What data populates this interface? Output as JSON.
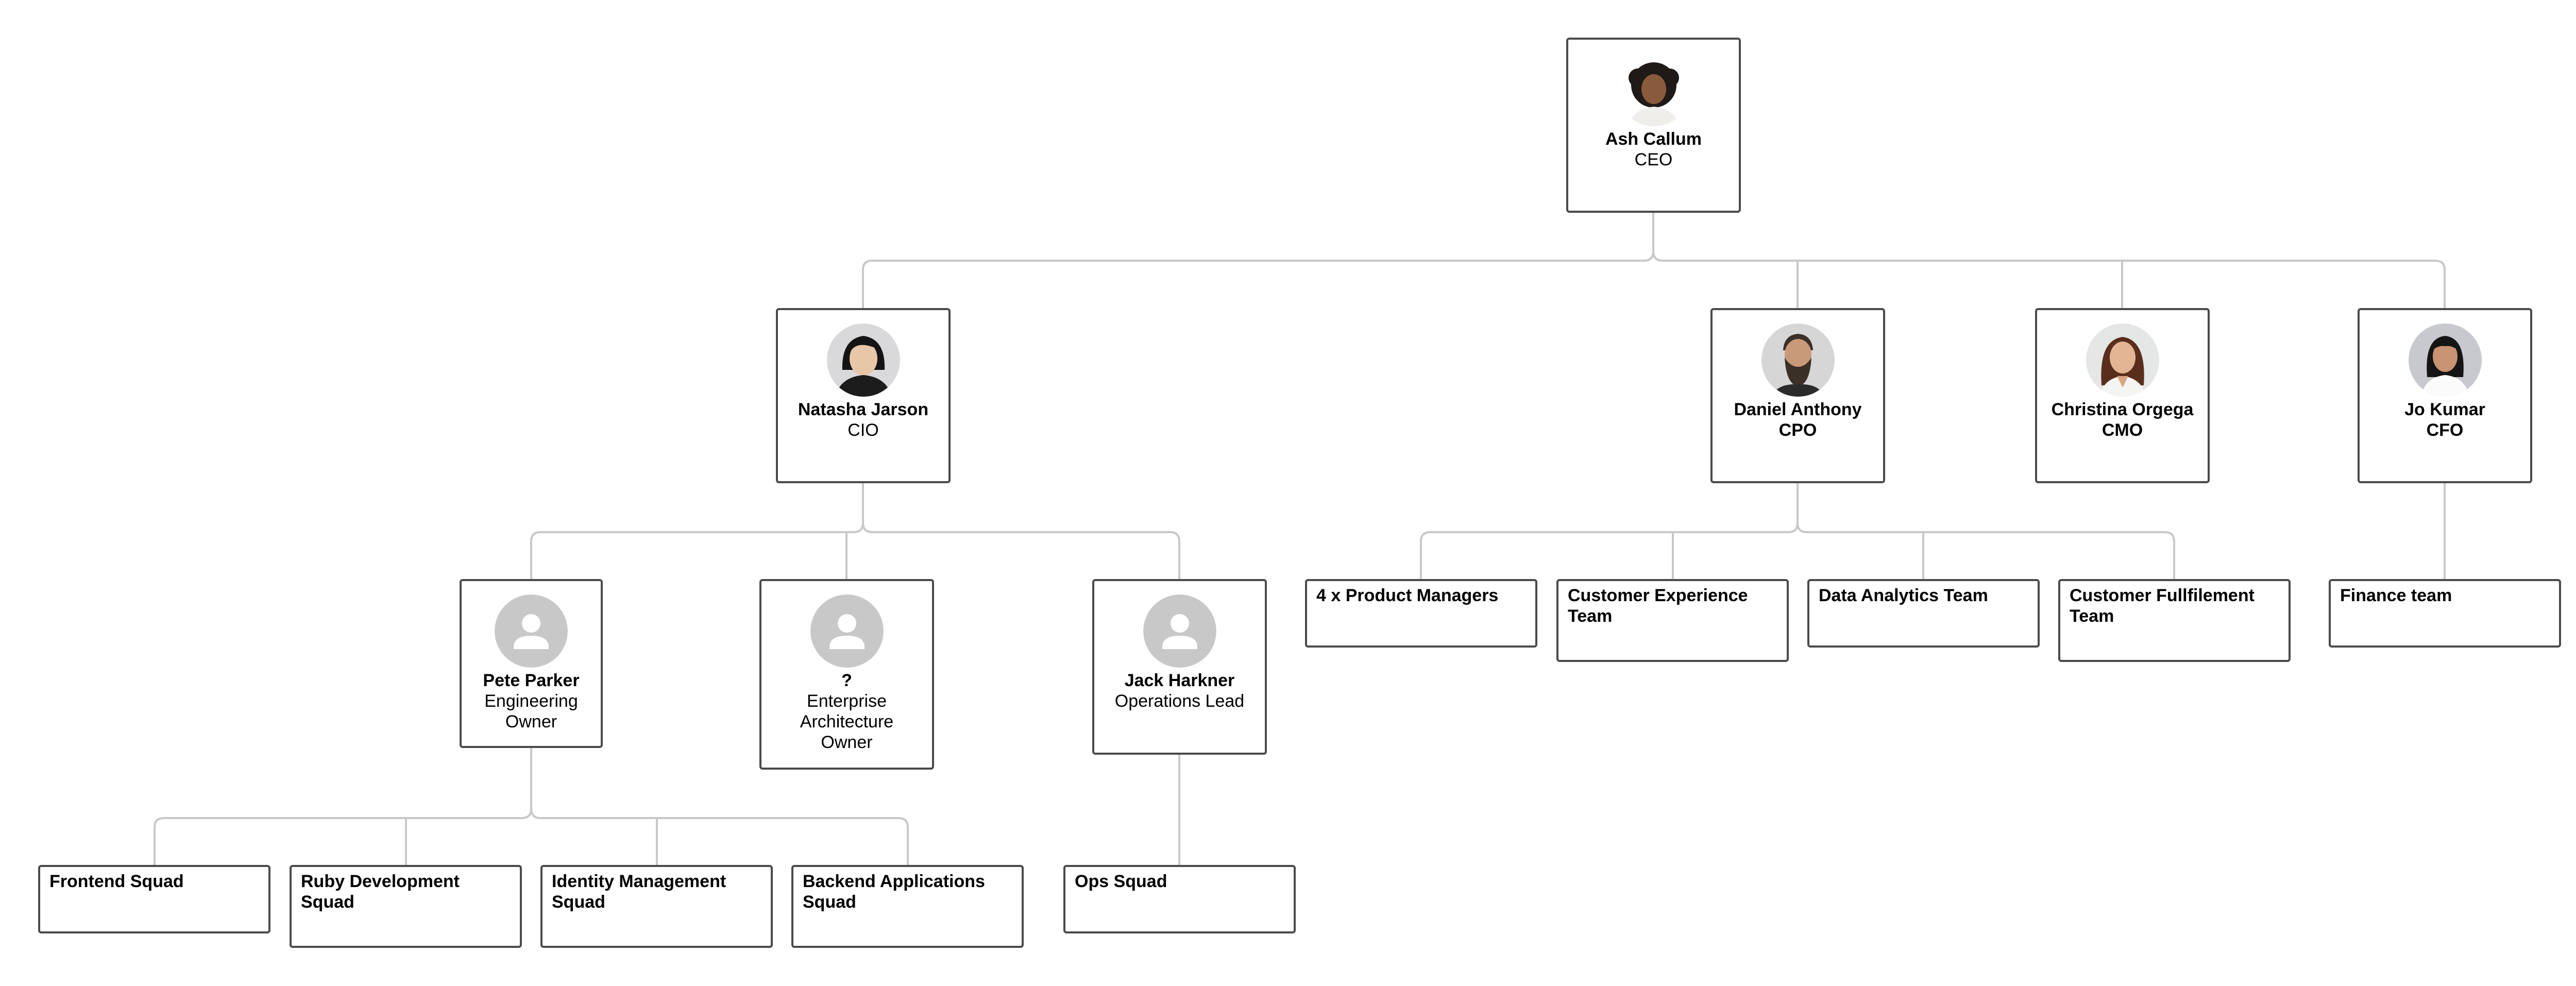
{
  "ceo": {
    "name": "Ash Callum",
    "title": "CEO",
    "avatar_icon": "person-photo-icon"
  },
  "executives": [
    {
      "name": "Natasha Jarson",
      "title": "CIO"
    },
    {
      "name": "Daniel Anthony",
      "title": "CPO"
    },
    {
      "name": "Christina Orgega",
      "title": "CMO"
    },
    {
      "name": "Jo Kumar",
      "title": "CFO"
    }
  ],
  "cio_reports": [
    {
      "name": "Pete Parker",
      "title_lines": [
        "Engineering",
        "Owner"
      ],
      "avatar_icon": "person-placeholder-icon"
    },
    {
      "name": "?",
      "title_lines": [
        "Enterprise",
        "Architecture",
        "Owner"
      ],
      "avatar_icon": "person-placeholder-icon"
    },
    {
      "name": "Jack Harkner",
      "title_lines": [
        "Operations Lead"
      ],
      "avatar_icon": "person-placeholder-icon"
    }
  ],
  "teams": {
    "cpo": [
      {
        "lines": [
          "4 x Product Managers"
        ]
      },
      {
        "lines": [
          "Customer Experience",
          "Team"
        ]
      },
      {
        "lines": [
          "Data Analytics Team"
        ]
      },
      {
        "lines": [
          "Customer Fullfilement",
          "Team"
        ]
      }
    ],
    "cfo": [
      {
        "lines": [
          "Finance team"
        ]
      }
    ],
    "engineering": [
      {
        "lines": [
          "Frontend Squad"
        ]
      },
      {
        "lines": [
          "Ruby Development",
          "Squad"
        ]
      },
      {
        "lines": [
          "Identity Management",
          "Squad"
        ]
      },
      {
        "lines": [
          "Backend Applications",
          "Squad"
        ]
      }
    ],
    "operations": [
      {
        "lines": [
          "Ops Squad"
        ]
      }
    ]
  },
  "colors": {
    "border": "#4a4a4a",
    "connector": "#c8c8c8",
    "placeholder": "#c8c8c8"
  }
}
